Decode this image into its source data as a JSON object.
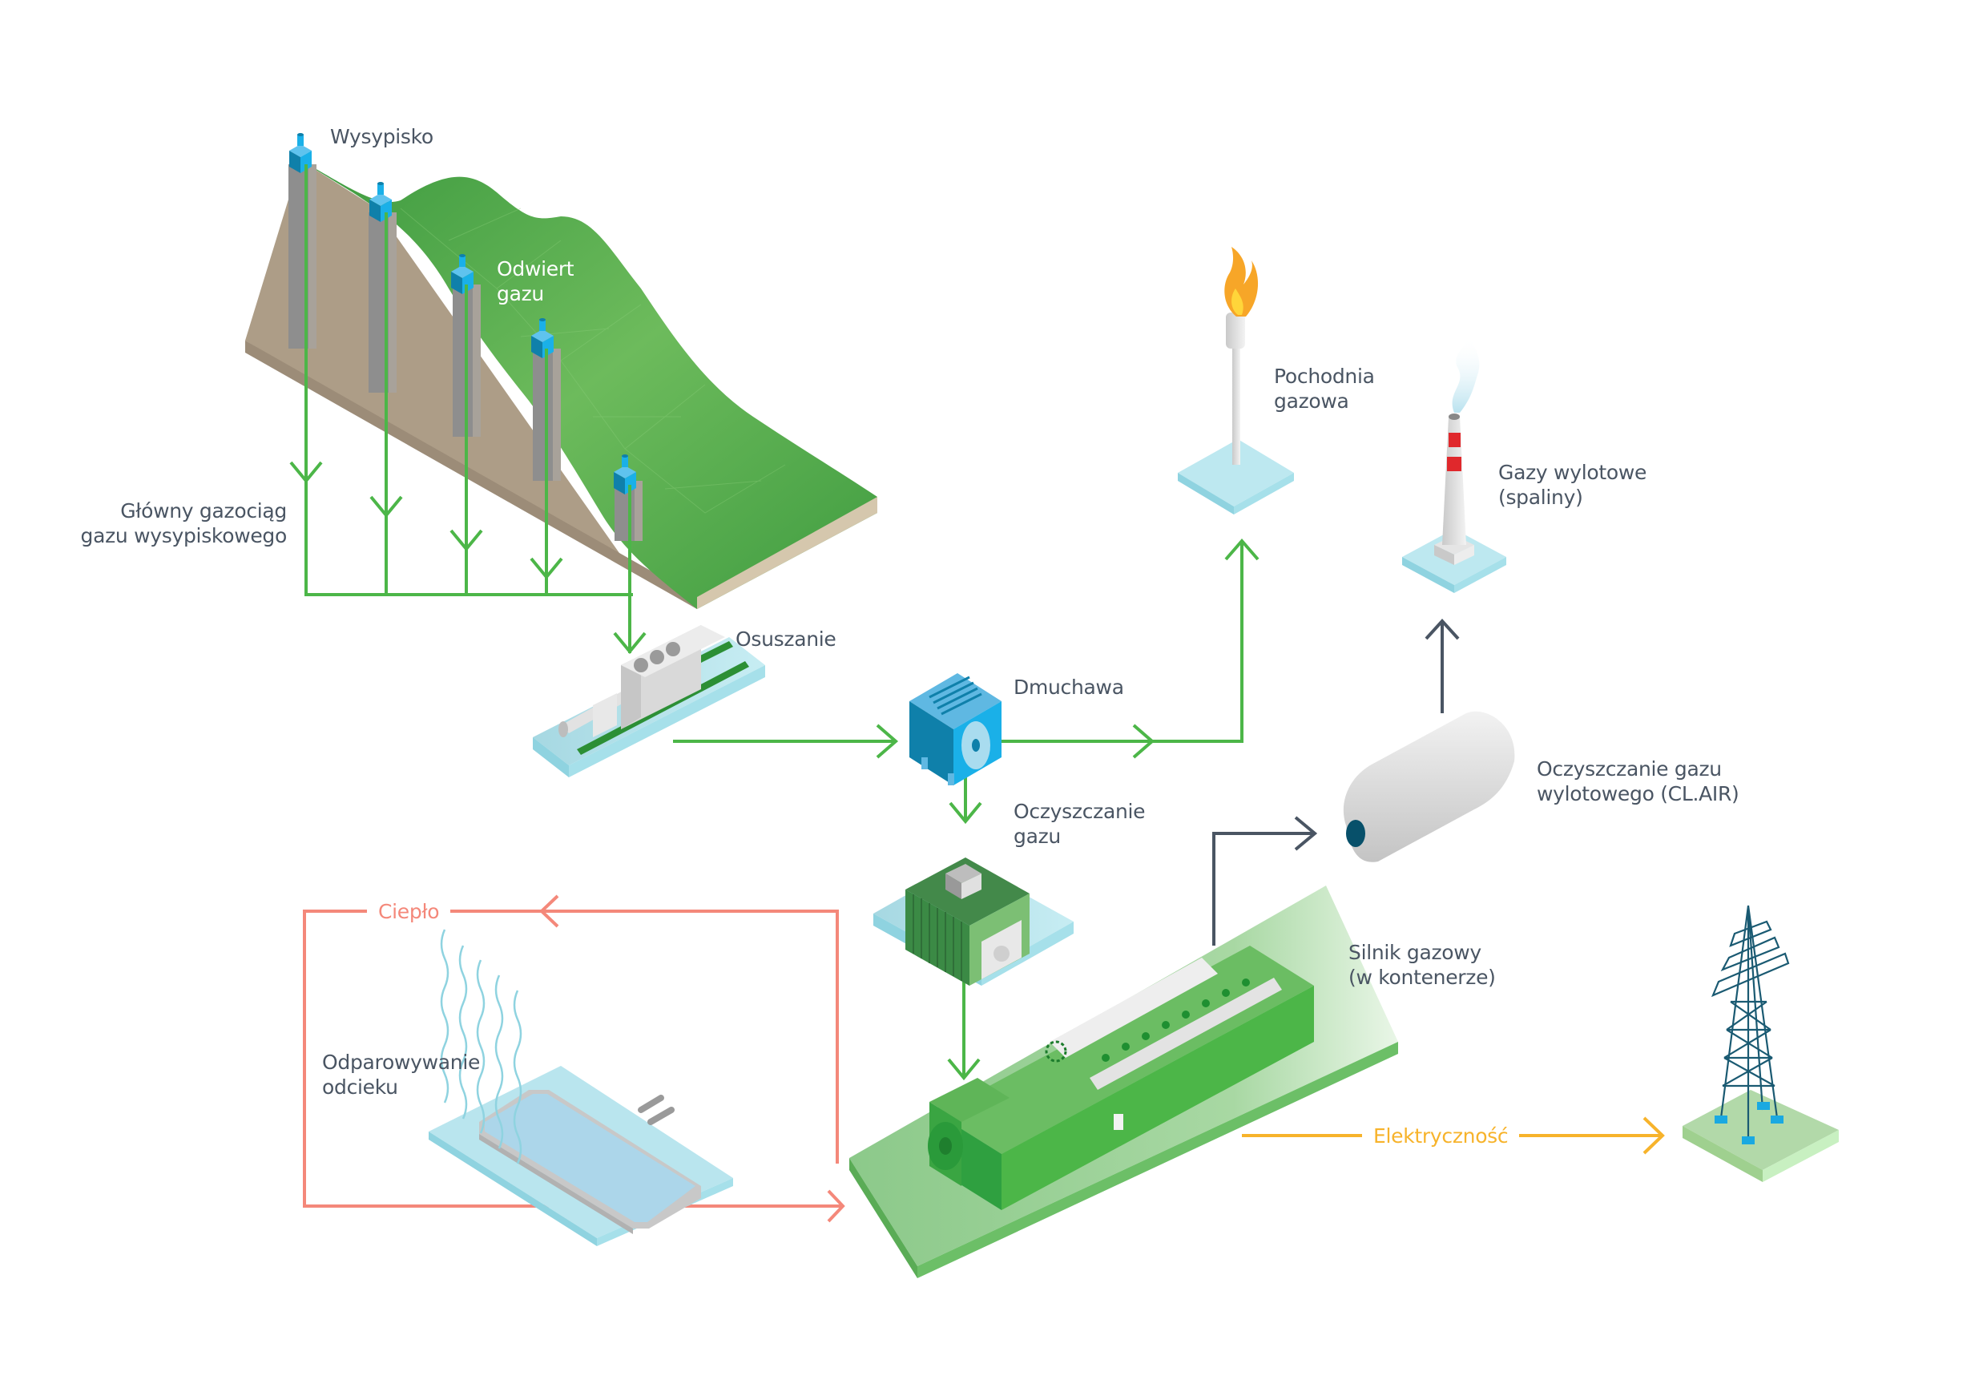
{
  "diagram": {
    "title": "Landfill gas to energy process",
    "colors": {
      "gas_flow": "#4cb648",
      "heat_flow": "#f4887a",
      "exhaust_flow": "#4a5563",
      "electricity_flow": "#f7b32b",
      "label_text": "#4a5563",
      "platform": "#b9e5ee",
      "equipment_blue": "#1aa9e1",
      "engine_green": "#4cb648",
      "tower": "#1a5a72"
    },
    "labels": {
      "landfill": "Wysypisko",
      "gas_well": [
        "Odwiert",
        "gazu"
      ],
      "main_pipeline": [
        "Główny gazociąg",
        "gazu wysypiskowego"
      ],
      "drying": "Osuszanie",
      "blower": "Dmuchawa",
      "gas_cleaning": [
        "Oczyszczanie",
        "gazu"
      ],
      "gas_flare": [
        "Pochodnia",
        "gazowa"
      ],
      "exhaust_gases": [
        "Gazy wylotowe",
        "(spaliny)"
      ],
      "exhaust_cleaning": [
        "Oczyszczanie gazu",
        "wylotowego (CL.AIR)"
      ],
      "gas_engine": [
        "Silnik gazowy",
        "(w kontenerze)"
      ],
      "heat": "Ciepło",
      "leachate_evaporation": [
        "Odparowywanie",
        "odcieku"
      ],
      "electricity": "Elektryczność"
    },
    "nodes": [
      {
        "id": "landfill",
        "icon": "landfill-hill-icon"
      },
      {
        "id": "gas_wells",
        "icon": "gas-well-icon",
        "count": 5
      },
      {
        "id": "drying",
        "icon": "dryer-unit-icon"
      },
      {
        "id": "blower",
        "icon": "blower-icon"
      },
      {
        "id": "gas_cleaning",
        "icon": "gas-cleaning-container-icon"
      },
      {
        "id": "gas_flare",
        "icon": "flare-torch-icon"
      },
      {
        "id": "exhaust_stack",
        "icon": "chimney-icon"
      },
      {
        "id": "exhaust_cleaning",
        "icon": "catalytic-converter-icon"
      },
      {
        "id": "gas_engine",
        "icon": "gas-engine-icon"
      },
      {
        "id": "leachate_evaporation",
        "icon": "evaporation-pool-icon"
      },
      {
        "id": "power_grid",
        "icon": "power-pylon-icon"
      }
    ],
    "flows": [
      {
        "from": "gas_wells",
        "to": "main_pipeline",
        "type": "gas"
      },
      {
        "from": "main_pipeline",
        "to": "drying",
        "type": "gas"
      },
      {
        "from": "drying",
        "to": "blower",
        "type": "gas"
      },
      {
        "from": "blower",
        "to": "gas_flare",
        "type": "gas"
      },
      {
        "from": "blower",
        "to": "gas_cleaning",
        "type": "gas"
      },
      {
        "from": "gas_cleaning",
        "to": "gas_engine",
        "type": "gas"
      },
      {
        "from": "gas_engine",
        "to": "exhaust_cleaning",
        "type": "exhaust"
      },
      {
        "from": "exhaust_cleaning",
        "to": "exhaust_stack",
        "type": "exhaust"
      },
      {
        "from": "gas_engine",
        "to": "leachate_evaporation",
        "type": "heat"
      },
      {
        "from": "leachate_evaporation",
        "to": "gas_engine",
        "type": "heat"
      },
      {
        "from": "gas_engine",
        "to": "power_grid",
        "type": "electricity"
      }
    ]
  }
}
